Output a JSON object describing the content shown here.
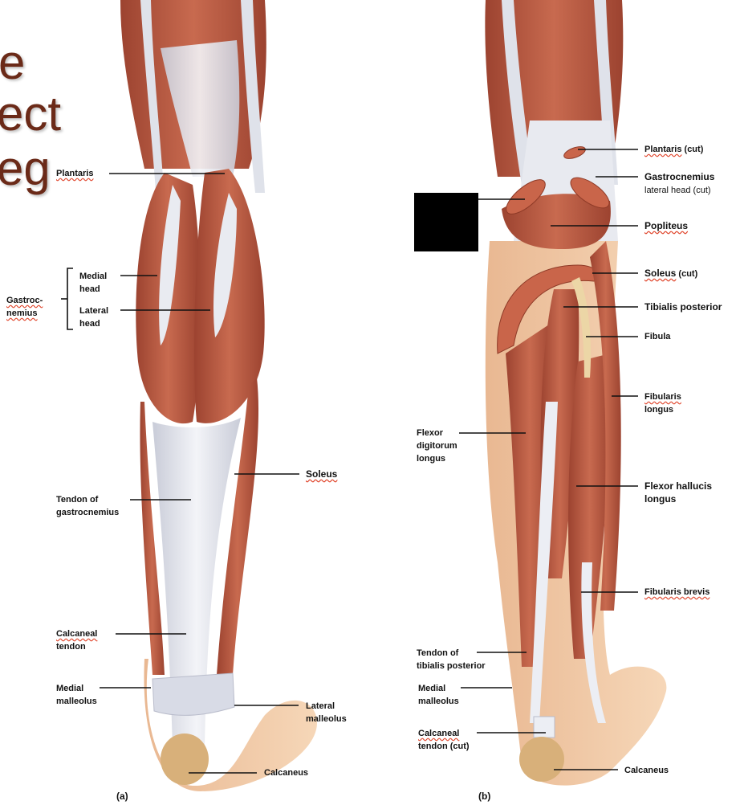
{
  "title_fragments": [
    "e",
    "ect",
    "eg"
  ],
  "panels": [
    "(a)",
    "(b)"
  ],
  "panel_a": {
    "plantaris": "Plantaris",
    "gastrocnemius_1": "Gastroc-",
    "gastrocnemius_2": "nemius",
    "medial_head_1": "Medial",
    "medial_head_2": "head",
    "lateral_head_1": "Lateral",
    "lateral_head_2": "head",
    "soleus": "Soleus",
    "tendon_gastro_1": "Tendon of",
    "tendon_gastro_2": "gastrocnemius",
    "calcaneal_1": "Calcaneal",
    "calcaneal_2": "tendon",
    "medial_malleolus_1": "Medial",
    "medial_malleolus_2": "malleolus",
    "lateral_malleolus_1": "Lateral",
    "lateral_malleolus_2": "malleolus",
    "calcaneus": "Calcaneus"
  },
  "panel_b": {
    "plantaris_a": "Plantaris",
    "plantaris_b": " (cut)",
    "gastro_lat_1": "Gastrocnemius",
    "gastro_lat_2": "lateral head (cut)",
    "popliteus": "Popliteus",
    "soleus_a": "Soleus",
    "soleus_b": " (cut)",
    "tibialis_posterior": "Tibialis posterior",
    "fibula": "Fibula",
    "fibularis_longus_1": "Fibularis",
    "fibularis_longus_2": "longus",
    "fdl_1": "Flexor",
    "fdl_2": "digitorum",
    "fdl_3": "longus",
    "fhl_1": "Flexor hallucis",
    "fhl_2": "longus",
    "fibularis_brevis": "Fibularis brevis",
    "tendon_tp_1": "Tendon of",
    "tendon_tp_2": "tibialis posterior",
    "medial_malleolus_1": "Medial",
    "medial_malleolus_2": "malleolus",
    "calcaneal_cut_1": "Calcaneal",
    "calcaneal_cut_2": "tendon (cut)",
    "calcaneus": "Calcaneus"
  },
  "colors": {
    "muscle": "#b5563f",
    "muscle_dark": "#8e3a27",
    "tendon": "#e6e8ef",
    "skin": "#f2c9a3",
    "bone": "#e8c48a",
    "title": "#6b2a18"
  }
}
